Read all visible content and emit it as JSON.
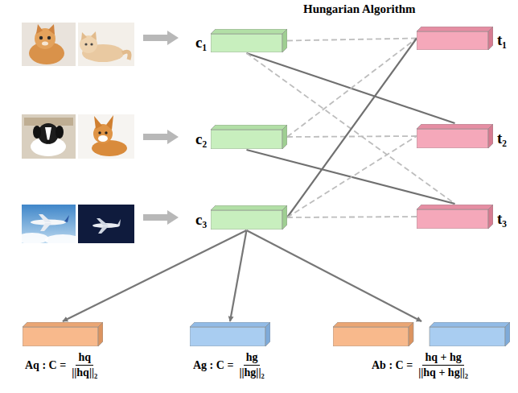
{
  "diagram": {
    "title": "Hungarian Algorithm",
    "nodes": [
      {
        "text": [
          "c₁"
        ]
      },
      {
        "text": [
          "c₂"
        ]
      },
      {
        "text": [
          "c₃"
        ]
      },
      {
        "text": [
          "t₁"
        ]
      },
      {
        "text": [
          "t₂"
        ]
      },
      {
        "text": [
          "t₃"
        ]
      },
      {
        "text": [
          "Aq : C =",
          "hq",
          "||hq||₂"
        ]
      },
      {
        "text": [
          "Ag : C =",
          "hg",
          "||hg||₂"
        ]
      },
      {
        "text": [
          "Ab : C =",
          "hq + hg",
          "||hq + hg||₂"
        ]
      }
    ],
    "edges": [
      {
        "from": 0,
        "to": 3,
        "arrow": "none"
      },
      {
        "from": 0,
        "to": 4,
        "arrow": "none"
      },
      {
        "from": 0,
        "to": 5,
        "arrow": "none"
      },
      {
        "from": 1,
        "to": 3,
        "arrow": "none"
      },
      {
        "from": 1,
        "to": 4,
        "arrow": "none"
      },
      {
        "from": 1,
        "to": 5,
        "arrow": "none"
      },
      {
        "from": 2,
        "to": 3,
        "arrow": "none"
      },
      {
        "from": 2,
        "to": 4,
        "arrow": "none"
      },
      {
        "from": 2,
        "to": 5,
        "arrow": "none"
      },
      {
        "from": 2,
        "to": 6,
        "arrow": "to"
      },
      {
        "from": 2,
        "to": 7,
        "arrow": "to"
      },
      {
        "from": 2,
        "to": 8,
        "arrow": "to"
      }
    ]
  }
}
